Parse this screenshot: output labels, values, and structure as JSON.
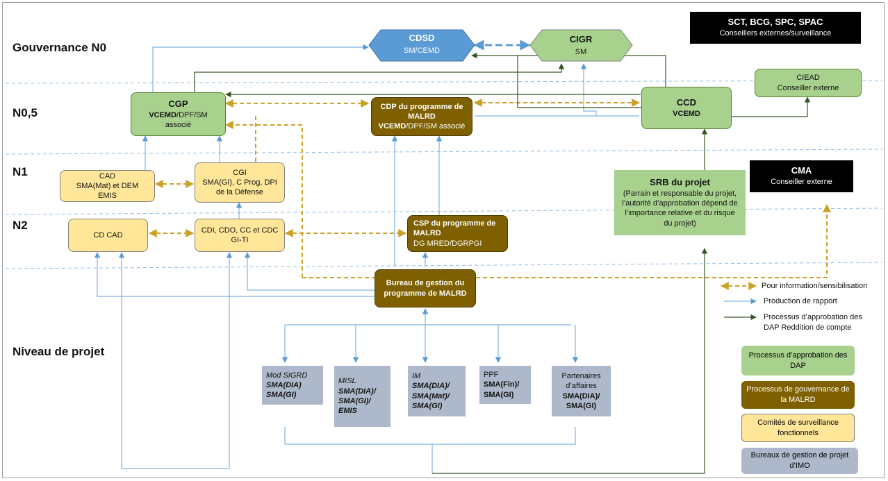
{
  "levels": {
    "n0": "Gouvernance N0",
    "n05": "N0,5",
    "n1": "N1",
    "n2": "N2",
    "projet": "Niveau de projet"
  },
  "nodes": {
    "cdsd": {
      "title": "CDSD",
      "sub": "SM/CEMD"
    },
    "cigr": {
      "title": "CIGR",
      "sub": "SM"
    },
    "sct": {
      "title": "SCT, BCG, SPC, SPAC",
      "sub": "Conseillers externes/surveillance"
    },
    "ciead": {
      "title": "CIEAD",
      "sub": "Conseiller externe"
    },
    "cgp": {
      "title": "CGP",
      "sub_bold": "VCEMD",
      "sub_rest": "/DPF/SM associé"
    },
    "cdp": {
      "title": "CDP du programme de MALRD",
      "sub_bold": "VCEMD",
      "sub_rest": "/DPF/SM associé"
    },
    "ccd": {
      "title": "CCD",
      "sub": "VCEMD"
    },
    "cad": {
      "line1": "CAD",
      "line2": "SMA(Mat) et DEM",
      "line3": "EMIS"
    },
    "cgi": {
      "line1": "CGI",
      "line2": "SMA(GI), C Prog, DPI",
      "line3": "de la Défense"
    },
    "srb": {
      "title": "SRB du projet",
      "desc": "(Parrain et responsable du projet, l’autorité d’approbation dépend de l’importance relative et du risque du projet)"
    },
    "cma": {
      "title": "CMA",
      "sub": "Conseiller externe"
    },
    "cdcad": {
      "label": "CD CAD"
    },
    "cdi": {
      "line1": "CDI, CDO, CC et CDC",
      "line2": "GI-TI"
    },
    "csp": {
      "title": "CSP du programme de MALRD",
      "sub": "DG MRED/DGRPGI"
    },
    "bureau": {
      "label": "Bureau de gestion du programme de MALRD"
    },
    "p1": {
      "name": "Mod SIGRD",
      "orgs": [
        "SMA(DIA)",
        "SMA(GI)"
      ]
    },
    "p2": {
      "name": "MISL",
      "orgs": [
        "SMA(DIA)/",
        "SMA(GI)/",
        "EMIS"
      ]
    },
    "p3": {
      "name": "IM",
      "orgs": [
        "SMA(DIA)/",
        "SMA(Mat)/",
        "SMA(GI)"
      ]
    },
    "p4": {
      "name": "PPF",
      "orgs": [
        "SMA(Fin)/",
        "SMA(GI)"
      ]
    },
    "p5": {
      "name1": "Partenaires",
      "name2": "d’affaires",
      "orgs": [
        "SMA(DIA)/",
        "SMA(GI)"
      ]
    }
  },
  "legend": {
    "info": "Pour information/sensibilisation",
    "rapport": "Production de rapport",
    "approbation_line": "Processus d’approbation des DAP Reddition de compte",
    "approbation_box": "Processus d’approbation des DAP",
    "gouvernance_box": "Processus de gouvernance de la MALRD",
    "comites_box": "Comités de surveillance fonctionnels",
    "bureaux_box": "Bureaux de gestion de projet d’IMO"
  },
  "colors": {
    "green_fill": "#a9d18e",
    "brown_fill": "#7f6000",
    "yellow_fill": "#ffe699",
    "grey_fill": "#adb9ca",
    "blue_fill": "#5b9bd5",
    "report_line": "#7fb2e5",
    "info_line": "#c9a227",
    "approval_line": "#375623",
    "level_divider": "#8fbce6"
  }
}
